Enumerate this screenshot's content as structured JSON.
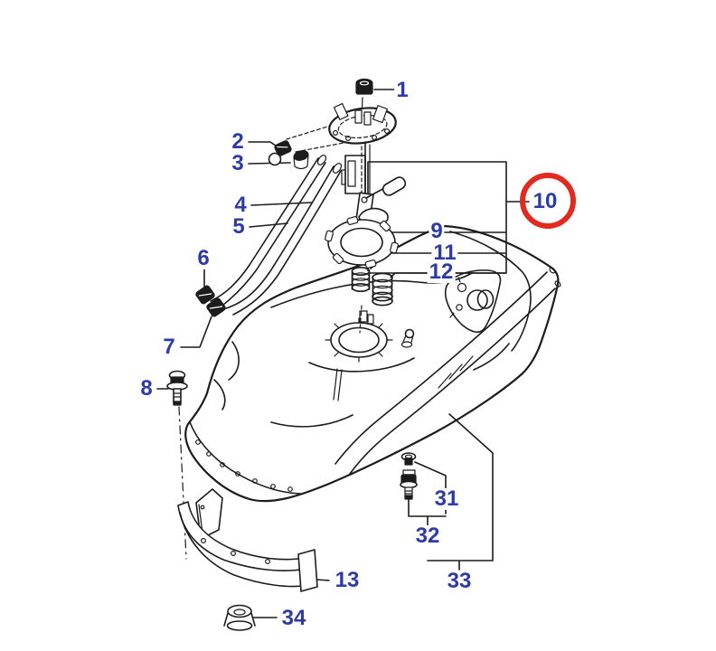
{
  "diagram": {
    "background_color": "#ffffff",
    "line_color": "#1c1c1c",
    "label_color": "#2c3ba8",
    "highlight_color": "#e32a1f",
    "highlighted_callout": "10",
    "callouts": [
      {
        "label": "1"
      },
      {
        "label": "2"
      },
      {
        "label": "3"
      },
      {
        "label": "4"
      },
      {
        "label": "5"
      },
      {
        "label": "6"
      },
      {
        "label": "7"
      },
      {
        "label": "8"
      },
      {
        "label": "9"
      },
      {
        "label": "10"
      },
      {
        "label": "11"
      },
      {
        "label": "12"
      },
      {
        "label": "13"
      },
      {
        "label": "31"
      },
      {
        "label": "32"
      },
      {
        "label": "33"
      },
      {
        "label": "34"
      }
    ]
  }
}
